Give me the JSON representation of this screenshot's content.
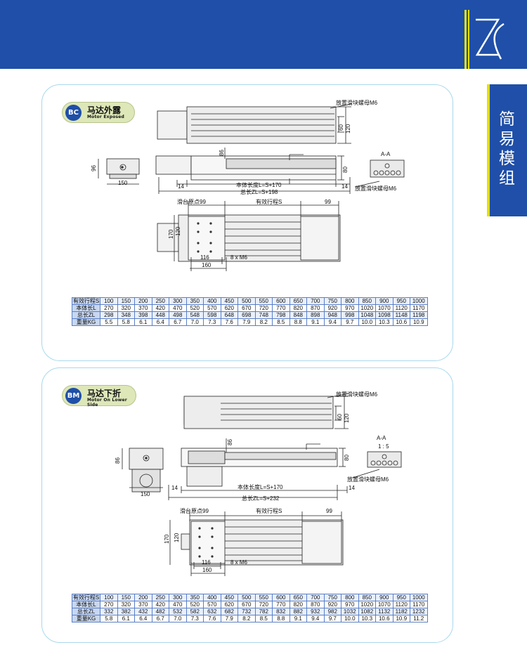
{
  "side_tab": {
    "label": "简易模组"
  },
  "logo": {
    "icon": "zk-logo-icon"
  },
  "sections": [
    {
      "badge_code": "BC",
      "badge_zh": "马达外露",
      "badge_en": "Motor Exposed",
      "labels": {
        "nut": "放置滑块螺母M6",
        "nut2": "放置滑块螺母M6",
        "section": "A-A",
        "scale": "",
        "body_len": "本体长度L=S+170",
        "total_len": "总长ZL=S+198",
        "origin": "滑台原点99",
        "stroke": "有效行程S",
        "bolt": "8 x M6",
        "d150": "150",
        "d96": "96",
        "d86": "86",
        "d80": "80",
        "d60": "60",
        "d120": "120",
        "d14a": "14",
        "d14b": "14",
        "d99": "99",
        "d170": "170",
        "d120b": "120",
        "d116": "116",
        "d160": "160"
      },
      "table": {
        "rows": [
          {
            "head": "有效行程S",
            "values": [
              "100",
              "150",
              "200",
              "250",
              "300",
              "350",
              "400",
              "450",
              "500",
              "550",
              "600",
              "650",
              "700",
              "750",
              "800",
              "850",
              "900",
              "950",
              "1000"
            ]
          },
          {
            "head": "本体长L",
            "values": [
              "270",
              "320",
              "370",
              "420",
              "470",
              "520",
              "570",
              "620",
              "670",
              "720",
              "770",
              "820",
              "870",
              "920",
              "970",
              "1020",
              "1070",
              "1120",
              "1170"
            ]
          },
          {
            "head": "总长ZL",
            "values": [
              "298",
              "348",
              "398",
              "448",
              "498",
              "548",
              "598",
              "648",
              "698",
              "748",
              "798",
              "848",
              "898",
              "948",
              "998",
              "1048",
              "1098",
              "1148",
              "1198"
            ]
          },
          {
            "head": "重量KG",
            "values": [
              "5.5",
              "5.8",
              "6.1",
              "6.4",
              "6.7",
              "7.0",
              "7.3",
              "7.6",
              "7.9",
              "8.2",
              "8.5",
              "8.8",
              "9.1",
              "9.4",
              "9.7",
              "10.0",
              "10.3",
              "10.6",
              "10.9"
            ]
          }
        ]
      }
    },
    {
      "badge_code": "BM",
      "badge_zh": "马达下折",
      "badge_en": "Motor On Lower Side",
      "labels": {
        "nut": "放置滑块螺母M6",
        "nut2": "放置滑块螺母M6",
        "section": "A-A",
        "scale": "1 : 5",
        "body_len": "本体长度L=S+170",
        "total_len": "总长ZL=S+232",
        "origin": "滑台原点99",
        "stroke": "有效行程S",
        "bolt": "8 x M6",
        "d150": "150",
        "d96": "86",
        "d86": "86",
        "d80": "80",
        "d60": "60",
        "d120": "120",
        "d14a": "14",
        "d14b": "14",
        "d99": "99",
        "d170": "170",
        "d120b": "120",
        "d116": "116",
        "d160": "160"
      },
      "table": {
        "rows": [
          {
            "head": "有效行程S",
            "values": [
              "100",
              "150",
              "200",
              "250",
              "300",
              "350",
              "400",
              "450",
              "500",
              "550",
              "600",
              "650",
              "700",
              "750",
              "800",
              "850",
              "900",
              "950",
              "1000"
            ]
          },
          {
            "head": "本体长L",
            "values": [
              "270",
              "320",
              "370",
              "420",
              "470",
              "520",
              "570",
              "620",
              "670",
              "720",
              "770",
              "820",
              "870",
              "920",
              "970",
              "1020",
              "1070",
              "1120",
              "1170"
            ]
          },
          {
            "head": "总长ZL",
            "values": [
              "332",
              "382",
              "432",
              "482",
              "532",
              "582",
              "632",
              "682",
              "732",
              "782",
              "832",
              "882",
              "932",
              "982",
              "1032",
              "1082",
              "1132",
              "1182",
              "1232"
            ]
          },
          {
            "head": "重量KG",
            "values": [
              "5.8",
              "6.1",
              "6.4",
              "6.7",
              "7.0",
              "7.3",
              "7.6",
              "7.9",
              "8.2",
              "8.5",
              "8.8",
              "9.1",
              "9.4",
              "9.7",
              "10.0",
              "10.3",
              "10.6",
              "10.9",
              "11.2"
            ]
          }
        ]
      }
    }
  ]
}
